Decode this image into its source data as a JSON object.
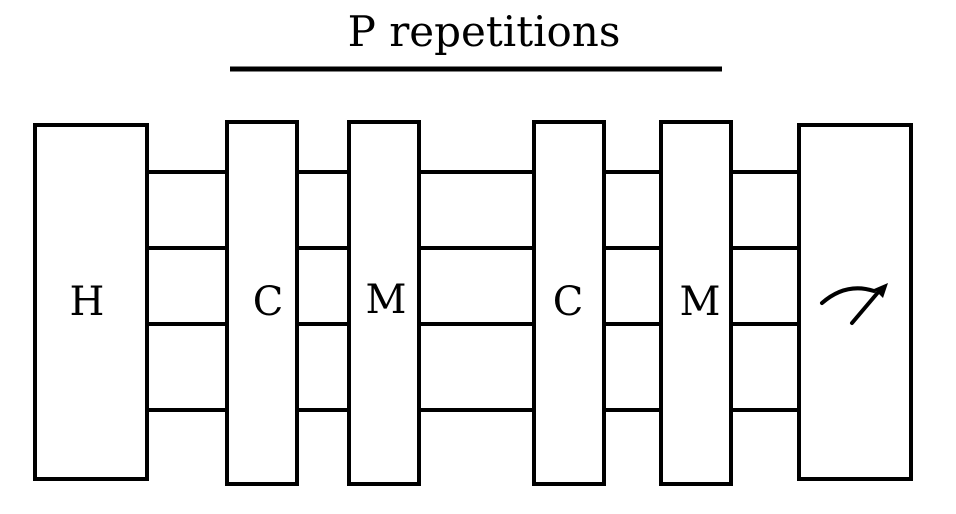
{
  "title": "P repetitions",
  "gates": [
    {
      "id": "hadamard",
      "label": "H"
    },
    {
      "id": "cost-1",
      "label": "C"
    },
    {
      "id": "mixer-1",
      "label": "M"
    },
    {
      "id": "cost-2",
      "label": "C"
    },
    {
      "id": "mixer-2",
      "label": "M"
    },
    {
      "id": "measurement",
      "label": "",
      "icon": "meter-icon"
    }
  ],
  "qubit_wires": 4,
  "colors": {
    "stroke": "#000000",
    "background": "#ffffff"
  }
}
